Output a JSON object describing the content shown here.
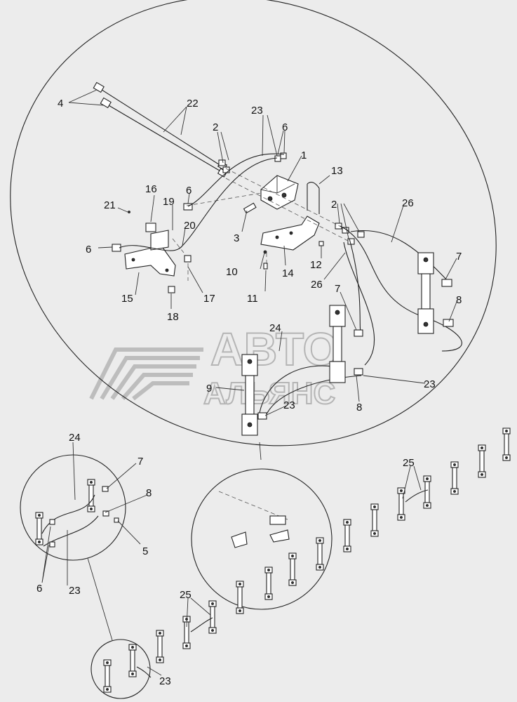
{
  "watermark": {
    "line1": "АВТО",
    "line2": "АЛЬЯНС"
  },
  "callouts": {
    "c1": "1",
    "c2a": "2",
    "c2b": "2",
    "c3": "3",
    "c4": "4",
    "c5": "5",
    "c6a": "6",
    "c6b": "6",
    "c6c": "6",
    "c6d": "6",
    "c7a": "7",
    "c7b": "7",
    "c7c": "7",
    "c8a": "8",
    "c8b": "8",
    "c8c": "8",
    "c9": "9",
    "c10": "10",
    "c11": "11",
    "c12": "12",
    "c13": "13",
    "c14": "14",
    "c15": "15",
    "c16": "16",
    "c17": "17",
    "c18": "18",
    "c19": "19",
    "c20": "20",
    "c21": "21",
    "c22": "22",
    "c23a": "23",
    "c23b": "23",
    "c23c": "23",
    "c23d": "23",
    "c23e": "23",
    "c24a": "24",
    "c24b": "24",
    "c25a": "25",
    "c25b": "25",
    "c26a": "26",
    "c26b": "26"
  }
}
